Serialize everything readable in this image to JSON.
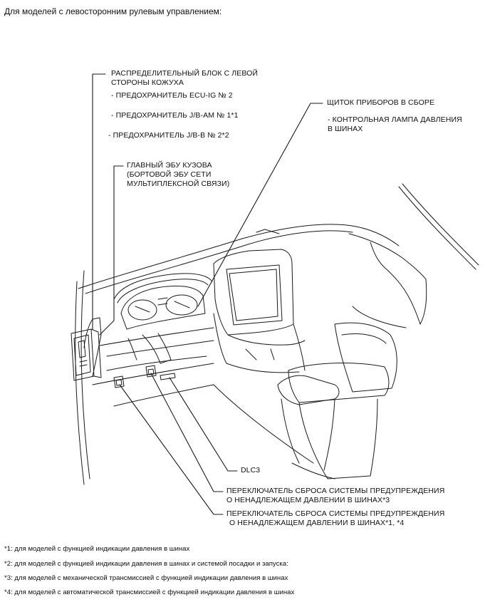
{
  "header": "Для моделей с левосторонним рулевым управлением:",
  "labels": {
    "jb_title_1": "РАСПРЕДЕЛИТЕЛЬНЫЙ БЛОК С ЛЕВОЙ",
    "jb_title_2": "СТОРОНЫ КОЖУХА",
    "jb_fuse_1": "- ПРЕДОХРАНИТЕЛЬ ECU-IG № 2",
    "jb_fuse_2": "- ПРЕДОХРАНИТЕЛЬ J/B-AM № 1*1",
    "jb_fuse_3": "- ПРЕДОХРАНИТЕЛЬ J/B-B № 2*2",
    "body_ecu_1": "ГЛАВНЫЙ ЭБУ КУЗОВА",
    "body_ecu_2": "(БОРТОВОЙ ЭБУ СЕТИ",
    "body_ecu_3": "МУЛЬТИПЛЕКСНОЙ СВЯЗИ)",
    "cluster_1": "ЩИТОК ПРИБОРОВ В СБОРЕ",
    "cluster_2": "- КОНТРОЛЬНАЯ ЛАМПА ДАВЛЕНИЯ",
    "cluster_3": "В ШИНАХ",
    "dlc3": "DLC3",
    "switch_a_1": "ПЕРЕКЛЮЧАТЕЛЬ СБРОСА СИСТЕМЫ ПРЕДУПРЕЖДЕНИЯ",
    "switch_a_2": "О НЕНАДЛЕЖАЩЕМ ДАВЛЕНИИ В ШИНАХ*3",
    "switch_b_1": "ПЕРЕКЛЮЧАТЕЛЬ СБРОСА СИСТЕМЫ ПРЕДУПРЕЖДЕНИЯ",
    "switch_b_2": "О НЕНАДЛЕЖАЩЕМ ДАВЛЕНИИ В ШИНАХ*1, *4"
  },
  "footnotes": [
    "*1: для моделей с функцией индикации давления в шинах",
    "*2: для моделей с функцией индикации давления в шинах и системой посадки и запуска:",
    "*3: для моделей с механической трансмиссией с функцией индикации давления в шинах",
    "*4: для моделей с автоматической трансмиссией с функцией индикации давления в шинах"
  ],
  "colors": {
    "line": "#1a1a1a",
    "text": "#111111",
    "background": "#ffffff"
  }
}
